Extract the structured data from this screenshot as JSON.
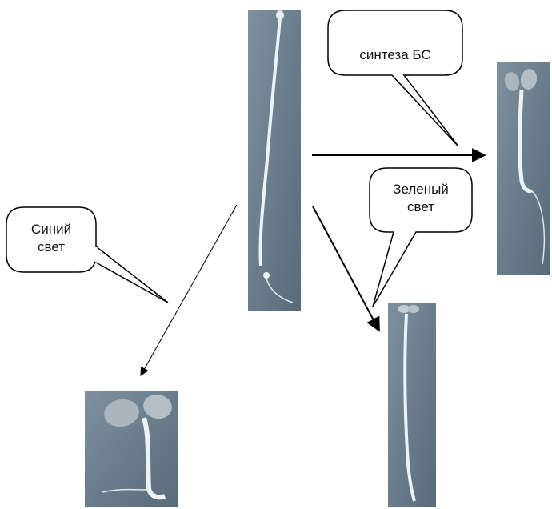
{
  "callouts": {
    "synthesis": {
      "text": "синтеза БС"
    },
    "green_light": {
      "line1": "Зеленый",
      "line2": "свет"
    },
    "blue_light": {
      "line1": "Синий",
      "line2": "свет"
    }
  },
  "photos": {
    "center": {
      "description": "seedling-dark-grown"
    },
    "top_right": {
      "description": "seedling-synthesis"
    },
    "bottom_right": {
      "description": "seedling-green-light"
    },
    "bottom_left": {
      "description": "seedling-blue-light"
    }
  },
  "colors": {
    "photo_background": "#6f8291",
    "photo_background_dark": "#4e5f6c",
    "seedling": "#eef2f4",
    "cotyledon": "#aab5bd",
    "arrow": "#000000"
  }
}
